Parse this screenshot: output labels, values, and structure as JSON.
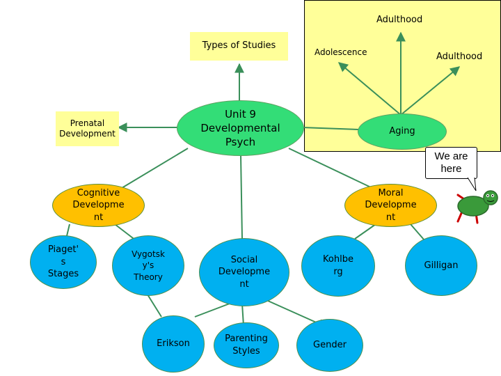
{
  "header": {
    "top_adulthood": "Adulthood",
    "types_of_studies": "Types of Studies",
    "adolescence": "Adolescence",
    "adulthood_right": "Adulthood",
    "prenatal": "Prenatal\nDevelopment"
  },
  "nodes": {
    "center": "Unit 9\nDevelopmental\nPsych",
    "aging": "Aging",
    "cognitive": "Cognitive\nDevelopme\nnt",
    "moral": "Moral\nDevelopme\nnt",
    "piaget": "Piaget'\ns\nStages",
    "vygotsky": "Vygotsk\ny's\nTheory",
    "social": "Social\nDevelopme\nnt",
    "kohlberg": "Kohlbe\nrg",
    "gilligan": "Gilligan",
    "erikson": "Erikson",
    "parenting": "Parenting\nStyles",
    "gender": "Gender"
  },
  "callout": {
    "text": "We are\nhere"
  },
  "colors": {
    "panel": "#ffff99",
    "green_node": "#33dd77",
    "orange_node": "#ffc000",
    "blue_node": "#00b0f0",
    "connector": "#3a8f5a",
    "turtle": "#3a9a3a",
    "turtle_legs": "#cc0000"
  },
  "icons": {
    "turtle": "turtle-mascot-icon"
  }
}
